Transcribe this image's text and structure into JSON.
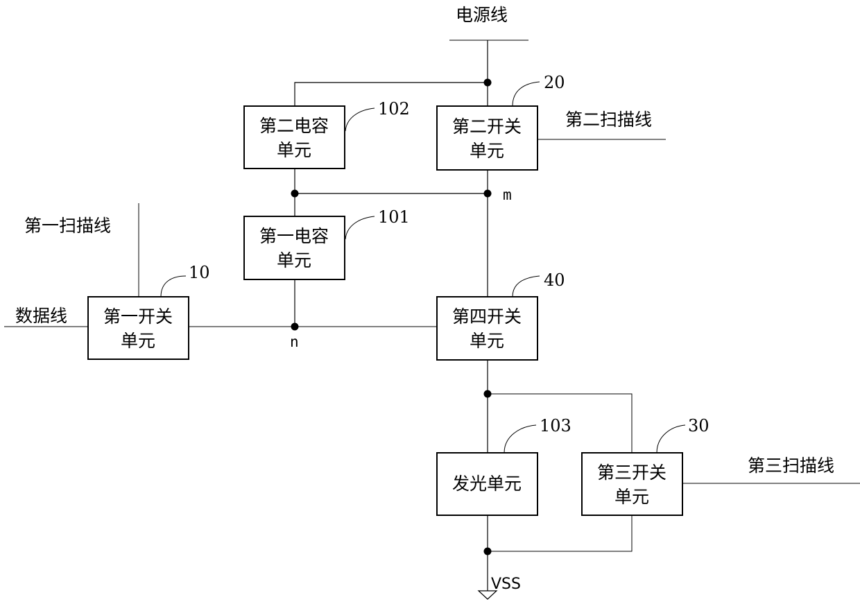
{
  "labels": {
    "power_line": "电源线",
    "scan_line_1": "第一扫描线",
    "scan_line_2": "第二扫描线",
    "scan_line_3": "第三扫描线",
    "data_line": "数据线",
    "vss": "VSS"
  },
  "nodes": {
    "m": "m",
    "n": "n"
  },
  "units": {
    "switch_1": {
      "ref": "10",
      "line1": "第一开关",
      "line2": "单元"
    },
    "switch_2": {
      "ref": "20",
      "line1": "第二开关",
      "line2": "单元"
    },
    "switch_3": {
      "ref": "30",
      "line1": "第三开关",
      "line2": "单元"
    },
    "switch_4": {
      "ref": "40",
      "line1": "第四开关",
      "line2": "单元"
    },
    "capacitor_1": {
      "ref": "101",
      "line1": "第一电容",
      "line2": "单元"
    },
    "capacitor_2": {
      "ref": "102",
      "line1": "第二电容",
      "line2": "单元"
    },
    "light_emitting": {
      "ref": "103",
      "line1": "发光单元"
    }
  }
}
